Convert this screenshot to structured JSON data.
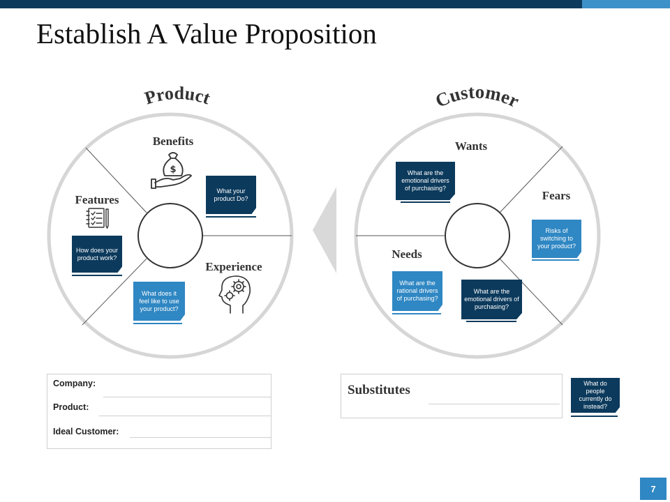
{
  "title": "Establish A Value Proposition",
  "colors": {
    "dark": "#0c3a5c",
    "light": "#2f87c3",
    "ring": "#d6d6d6"
  },
  "product": {
    "heading": "Product",
    "sections": {
      "benefits": {
        "label": "Benefits",
        "icon": "money-bag-hand-icon",
        "note": "What your product Do?"
      },
      "features": {
        "label": "Features",
        "icon": "checklist-icon",
        "note": "How does your product work?"
      },
      "experience": {
        "label": "Experience",
        "icon": "head-gears-icon",
        "note": "What does it feel like to use your product?"
      }
    }
  },
  "customer": {
    "heading": "Customer",
    "sections": {
      "wants": {
        "label": "Wants",
        "note": "What are the emotional drivers of purchasing?"
      },
      "fears": {
        "label": "Fears",
        "note": "Risks of switching to your product?"
      },
      "needs": {
        "label": "Needs",
        "note": "What are the rational drivers of purchasing?"
      },
      "extra_note": "What are the emotional drivers of purchasing?"
    }
  },
  "form": {
    "company_label": "Company:",
    "product_label": "Product:",
    "ideal_customer_label": "Ideal Customer:"
  },
  "substitutes": {
    "label": "Substitutes",
    "note": "What do people currently do instead?"
  },
  "page_number": "7"
}
